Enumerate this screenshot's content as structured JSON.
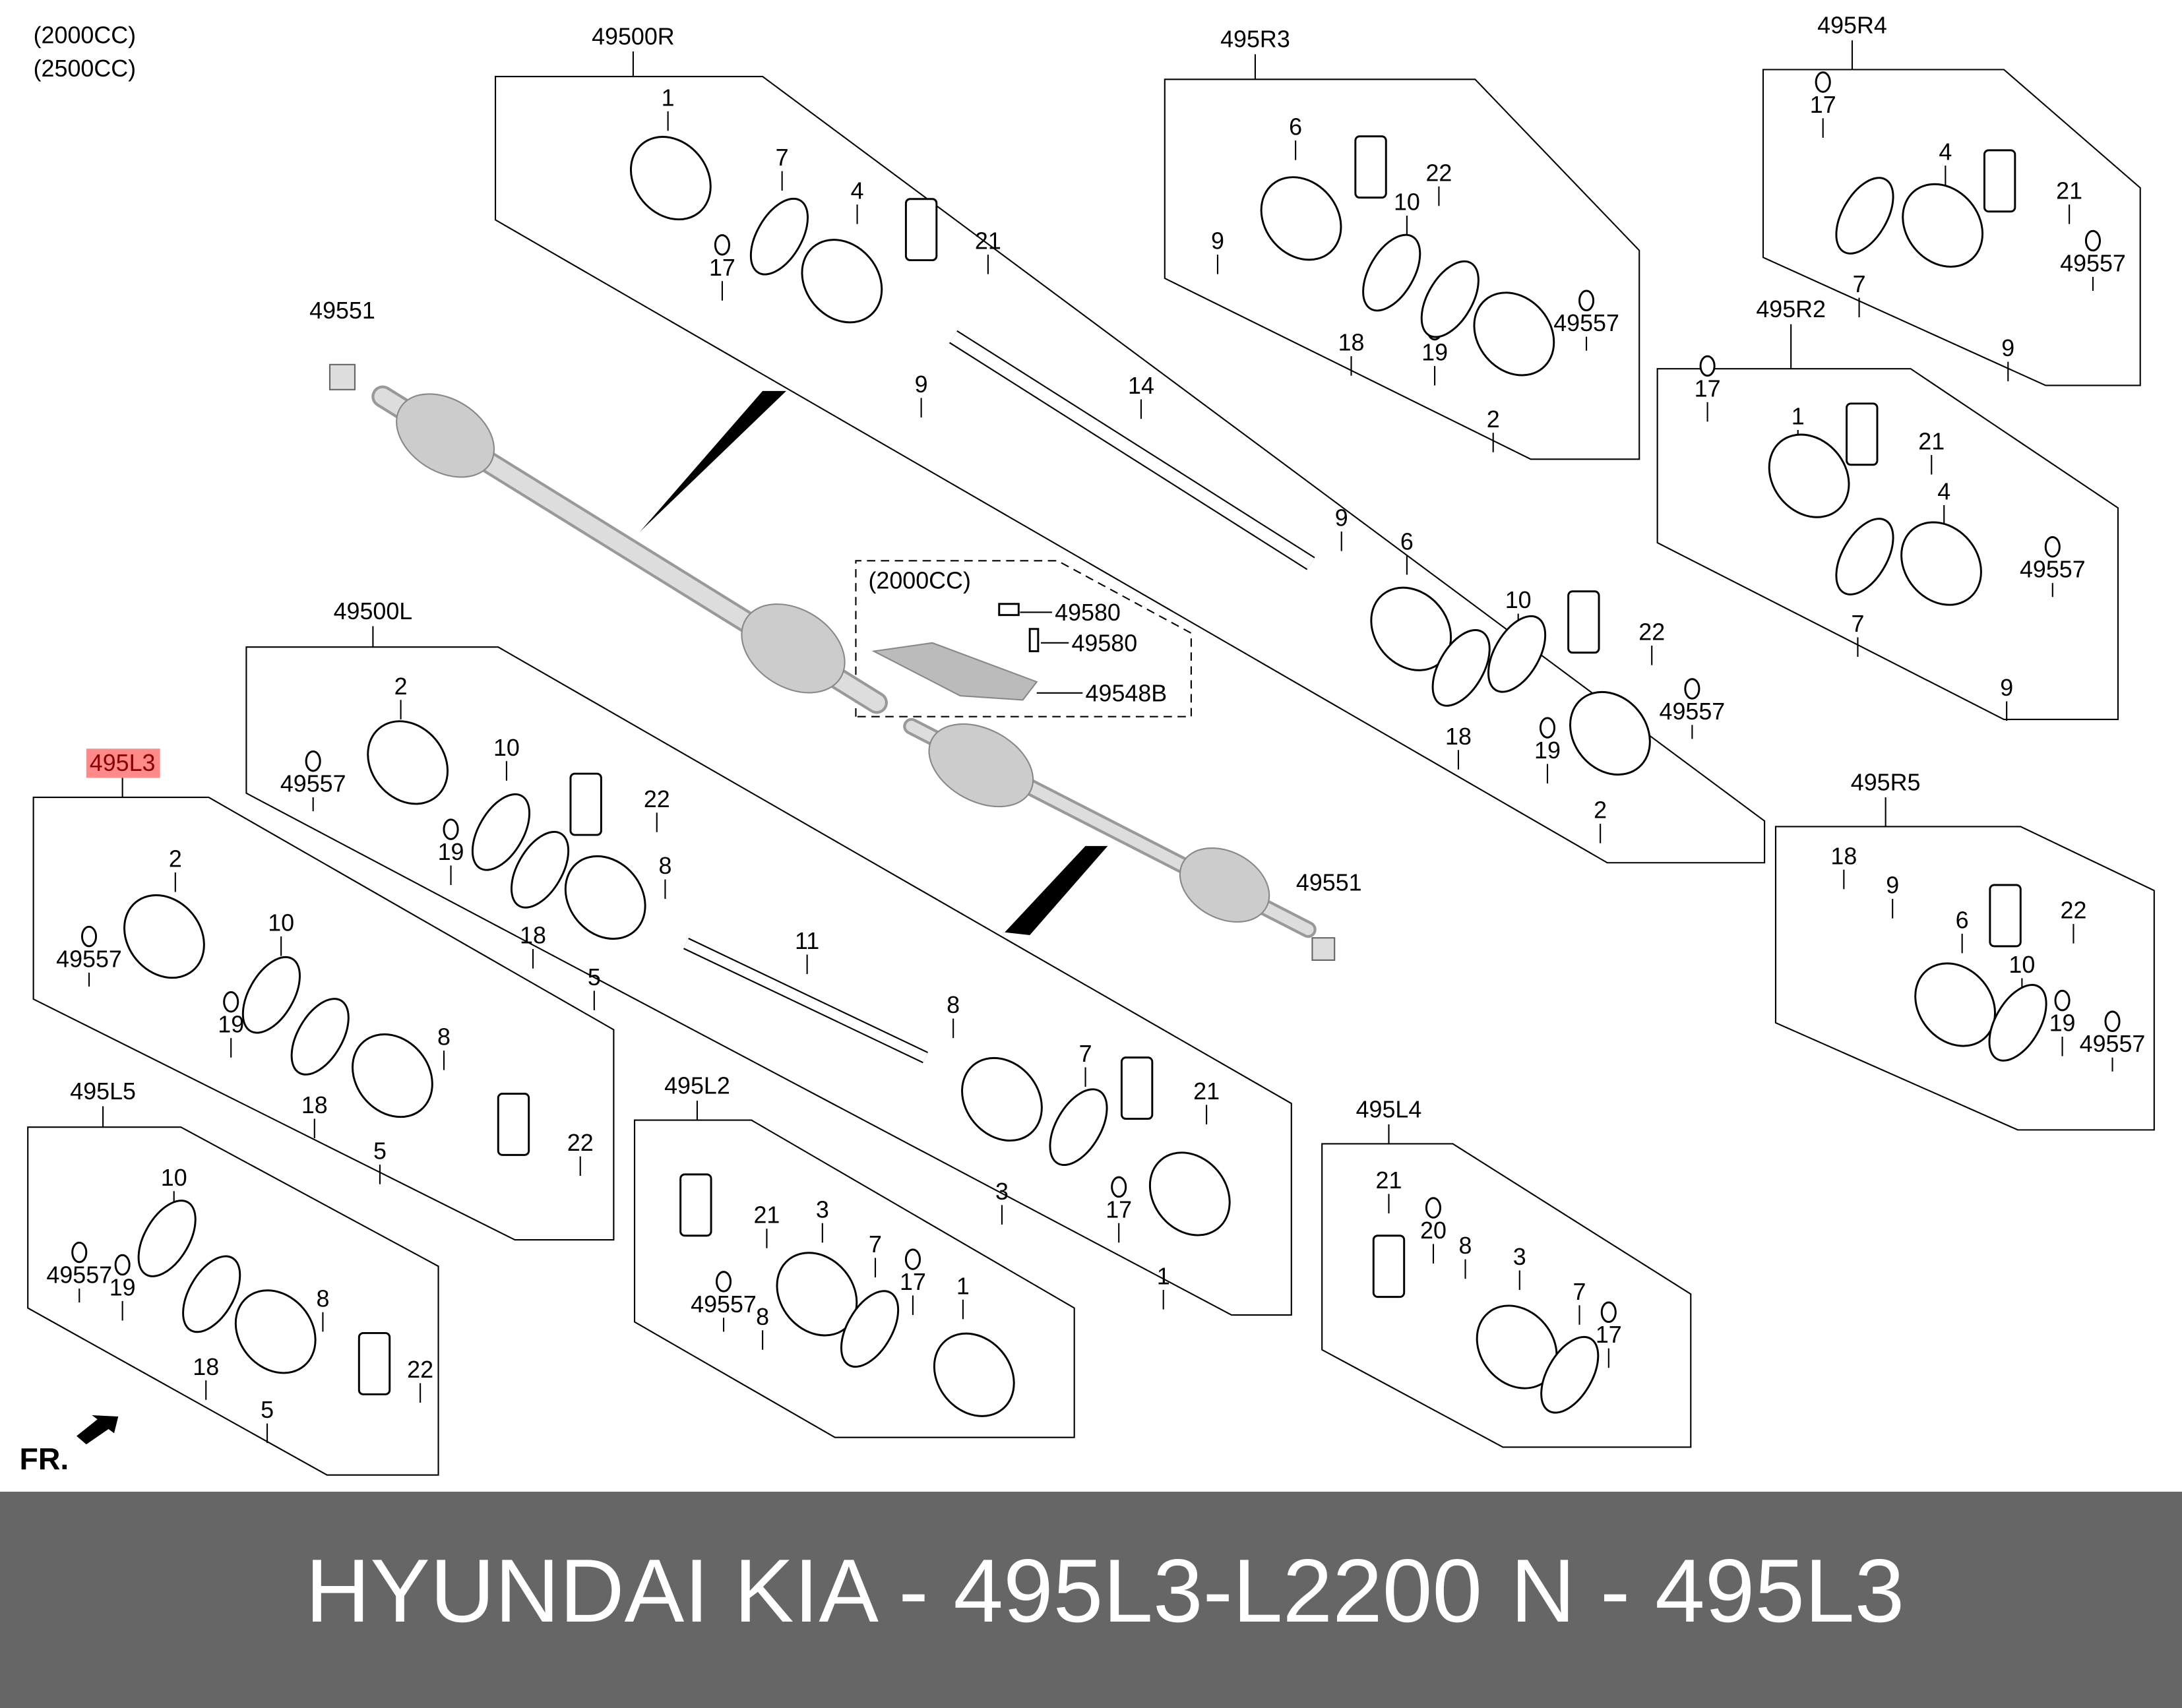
{
  "notes": [
    "(2000CC)",
    "(2500CC)"
  ],
  "highlight_color": "#ff8a8a",
  "groups": [
    {
      "code": "49500R",
      "parts": [
        "1",
        "17",
        "7",
        "4",
        "21",
        "9",
        "14",
        "9",
        "6",
        "10",
        "22",
        "18",
        "19",
        "49557",
        "2"
      ]
    },
    {
      "code": "495R3",
      "parts": [
        "6",
        "22",
        "9",
        "10",
        "18",
        "19",
        "49557",
        "2"
      ]
    },
    {
      "code": "495R4",
      "parts": [
        "17",
        "4",
        "21",
        "7",
        "49557",
        "9"
      ]
    },
    {
      "code": "495R2",
      "parts": [
        "17",
        "1",
        "21",
        "4",
        "49557",
        "7",
        "9"
      ]
    },
    {
      "code": "495R5",
      "parts": [
        "18",
        "9",
        "22",
        "6",
        "10",
        "19",
        "49557"
      ]
    },
    {
      "code": "49500L",
      "parts": [
        "2",
        "49557",
        "10",
        "22",
        "19",
        "18",
        "8",
        "5",
        "11",
        "8",
        "7",
        "21",
        "3",
        "17",
        "1"
      ]
    },
    {
      "code": "495L3",
      "parts": [
        "2",
        "49557",
        "10",
        "19",
        "18",
        "8",
        "5",
        "22"
      ],
      "highlighted": true
    },
    {
      "code": "495L5",
      "parts": [
        "10",
        "49557",
        "19",
        "18",
        "8",
        "5",
        "22"
      ]
    },
    {
      "code": "495L2",
      "parts": [
        "21",
        "3",
        "7",
        "49557",
        "8",
        "17",
        "1"
      ]
    },
    {
      "code": "495L4",
      "parts": [
        "21",
        "20",
        "8",
        "3",
        "7",
        "17"
      ]
    }
  ],
  "center": {
    "nut_top": "49551",
    "nut_bottom": "49551",
    "bracket_box": {
      "note": "(2000CC)",
      "parts": [
        "49580",
        "49580",
        "49548B"
      ]
    }
  },
  "direction_label": "FR.",
  "footer": {
    "left": "HYUNDAI KIA - 495L3-L2200",
    "right": "N - 495L3"
  }
}
